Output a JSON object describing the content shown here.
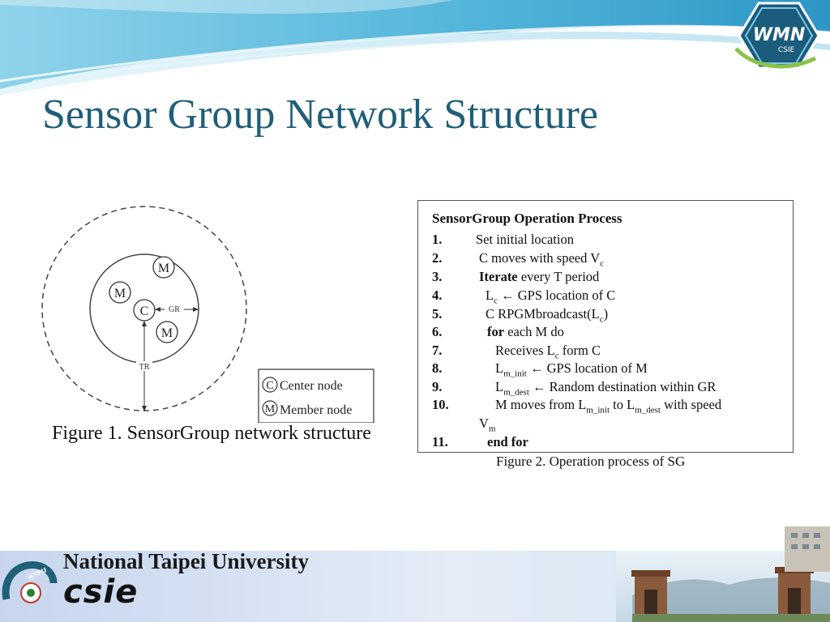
{
  "slide": {
    "title": "Sensor Group Network Structure"
  },
  "logo_wmn": {
    "text": "WMN",
    "sub": "CSIE",
    "icon": "wmn-hexagon-logo"
  },
  "figure1": {
    "center_label": "C",
    "member_label": "M",
    "gr_label": "GR",
    "tr_label": "TR",
    "legend": [
      {
        "symbol": "C",
        "label": "Center node"
      },
      {
        "symbol": "M",
        "label": "Member node"
      }
    ],
    "caption": "Figure 1. SensorGroup network structure"
  },
  "figure2": {
    "title": "SensorGroup Operation Process",
    "steps": [
      {
        "num": "1.",
        "parts": [
          {
            "t": "Set initial location"
          }
        ]
      },
      {
        "num": "2.",
        "parts": [
          {
            "t": "C moves with speed V"
          },
          {
            "t": "c",
            "sub": true
          }
        ]
      },
      {
        "num": "3.",
        "parts": [
          {
            "t": "Iterate",
            "bold": true
          },
          {
            "t": " every T period"
          }
        ]
      },
      {
        "num": "4.",
        "parts": [
          {
            "t": "L"
          },
          {
            "t": "c",
            "sub": true
          },
          {
            "t": " ← GPS location of C"
          }
        ]
      },
      {
        "num": "5.",
        "parts": [
          {
            "t": "C RPGMbroadcast(L"
          },
          {
            "t": "c",
            "sub": true
          },
          {
            "t": ")"
          }
        ]
      },
      {
        "num": "6.",
        "parts": [
          {
            "t": "for",
            "bold": true
          },
          {
            "t": " each M do"
          }
        ]
      },
      {
        "num": "7.",
        "parts": [
          {
            "t": "Receives L"
          },
          {
            "t": "c",
            "sub": true
          },
          {
            "t": " form C"
          }
        ]
      },
      {
        "num": "8.",
        "parts": [
          {
            "t": "L"
          },
          {
            "t": "m_init",
            "sub": true
          },
          {
            "t": " ← GPS location of M"
          }
        ]
      },
      {
        "num": "9.",
        "parts": [
          {
            "t": "L"
          },
          {
            "t": "m_dest",
            "sub": true
          },
          {
            "t": " ← Random destination within GR"
          }
        ]
      },
      {
        "num": "10.",
        "parts": [
          {
            "t": "M moves from L"
          },
          {
            "t": "m_init",
            "sub": true
          },
          {
            "t": " to L"
          },
          {
            "t": "m_dest",
            "sub": true
          },
          {
            "t": " with speed"
          }
        ]
      },
      {
        "num": "",
        "parts": [
          {
            "t": "V"
          },
          {
            "t": "m",
            "sub": true
          }
        ]
      },
      {
        "num": "11.",
        "parts": [
          {
            "t": "end for",
            "bold": true
          }
        ]
      }
    ],
    "caption": "Figure 2. Operation process of SG"
  },
  "footer": {
    "university": "National Taipei University",
    "dept": "csie",
    "badge_text": "NTPU",
    "icon": "ntpu-emblem-icon"
  },
  "colors": {
    "title": "#1f5f78",
    "wave": "#5ab8d8",
    "wave_light": "#bfe4f1",
    "footer_bg": "#cfdcef"
  }
}
